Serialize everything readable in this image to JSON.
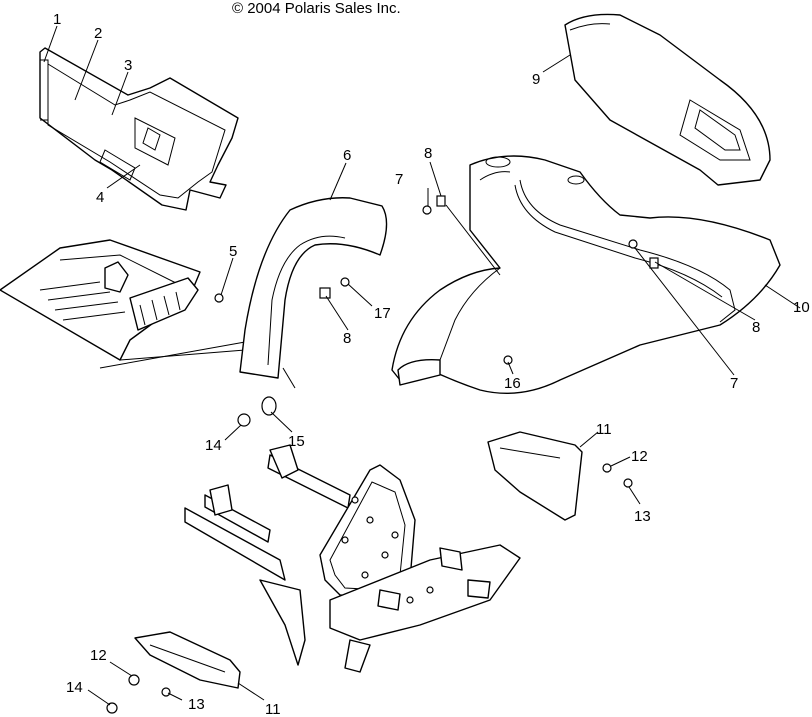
{
  "header": {
    "copyright": "© 2004 Polaris Sales Inc."
  },
  "callouts": {
    "c1": "1",
    "c2": "2",
    "c3": "3",
    "c4": "4",
    "c5": "5",
    "c6": "6",
    "c7a": "7",
    "c7b": "7",
    "c8a": "8",
    "c8b": "8",
    "c8c": "8",
    "c9": "9",
    "c10": "10",
    "c11a": "11",
    "c11b": "11",
    "c12a": "12",
    "c12b": "12",
    "c13a": "13",
    "c13b": "13",
    "c14a": "14",
    "c14b": "14",
    "c15": "15",
    "c16": "16",
    "c17": "17"
  }
}
